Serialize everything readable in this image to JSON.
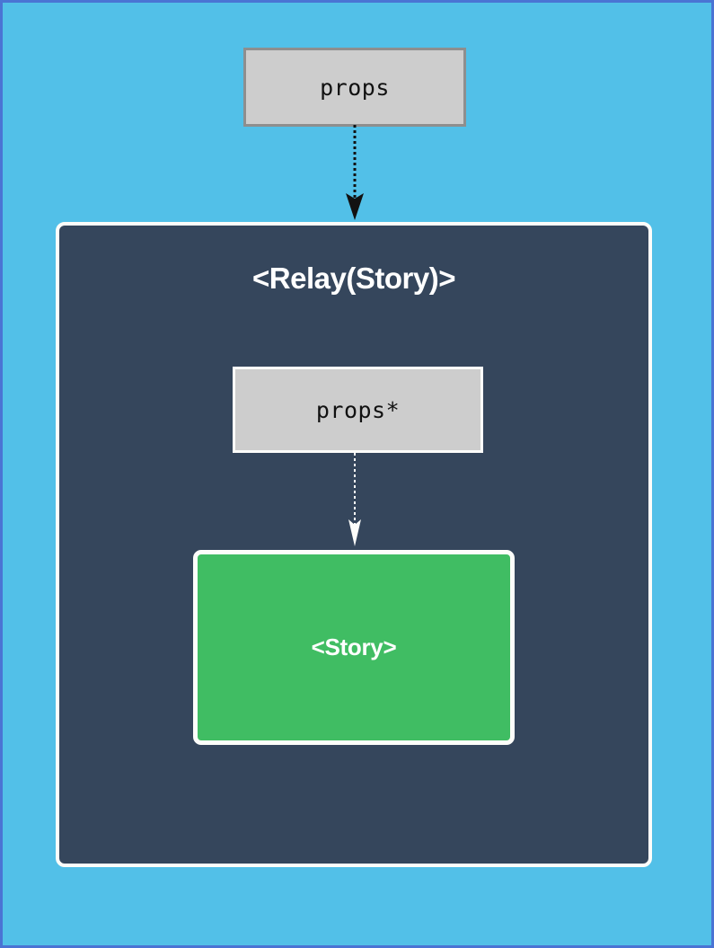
{
  "diagram": {
    "type": "component-hierarchy-flow",
    "background_color": "#52c0e8",
    "canvas_border_color": "#4a74d4",
    "nodes": {
      "outer_props": {
        "label": "props",
        "fill": "#cdcdcd",
        "stroke": "#8e8e8e"
      },
      "relay_container": {
        "title": "<Relay(Story)>",
        "fill": "#35465c",
        "stroke": "#fdfdfa"
      },
      "inner_props_star": {
        "label": "props*",
        "fill": "#cdcdcd",
        "stroke": "#fdfdfa"
      },
      "story": {
        "label": "<Story>",
        "fill": "#40bd63",
        "stroke": "#fdfdfa"
      }
    },
    "edges": [
      {
        "name": "props-to-relay",
        "from": "outer_props",
        "to": "relay_container",
        "color": "#121212",
        "style": "dotted",
        "arrowhead": "filled-triangle"
      },
      {
        "name": "propsstar-to-story",
        "from": "inner_props_star",
        "to": "story",
        "color": "#fdfdfa",
        "style": "dotted",
        "arrowhead": "filled-triangle"
      }
    ]
  }
}
